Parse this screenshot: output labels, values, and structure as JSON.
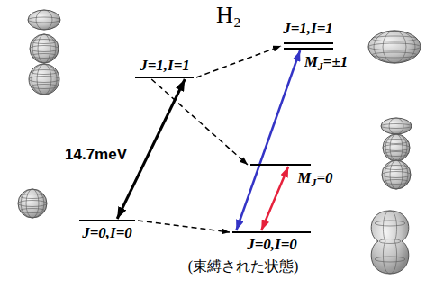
{
  "diagram": {
    "title": "H₂",
    "nodes": [
      {
        "text": [
          "J=1,I=1"
        ]
      },
      {
        "text": [
          "J=0,I=0"
        ]
      },
      {
        "text": [
          "J=1,I=1",
          "MJ=±1"
        ]
      },
      {
        "text": [
          "MJ=0"
        ]
      },
      {
        "text": [
          "J=0,I=0",
          "(束縛された状態)"
        ]
      }
    ],
    "edges": [
      {
        "from": 1,
        "to": 0,
        "arrow": "both",
        "label": "14.7meV"
      },
      {
        "from": 0,
        "to": 2,
        "arrow": "to"
      },
      {
        "from": 0,
        "to": 3,
        "arrow": "to"
      },
      {
        "from": 1,
        "to": 4,
        "arrow": "to"
      },
      {
        "from": 4,
        "to": 2,
        "arrow": "both"
      },
      {
        "from": 4,
        "to": 3,
        "arrow": "both"
      }
    ]
  }
}
